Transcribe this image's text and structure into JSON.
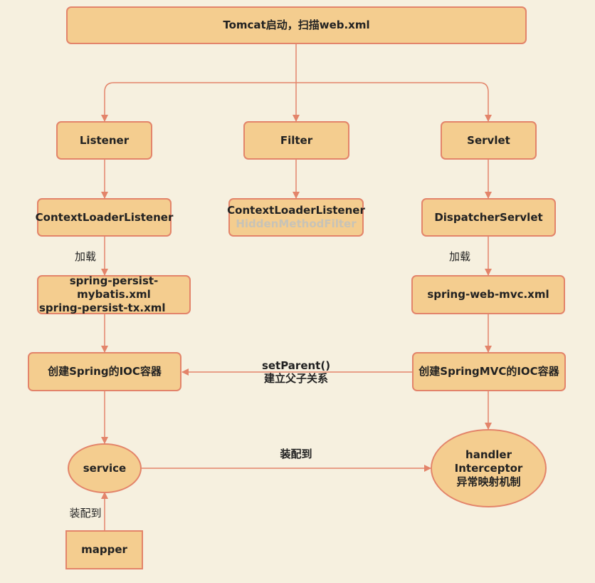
{
  "colors": {
    "background": "#f6f0df",
    "node_fill": "#f4cd8f",
    "stroke": "#e3846a"
  },
  "nodes": {
    "tomcat": "Tomcat启动，扫描web.xml",
    "listener": "Listener",
    "filter": "Filter",
    "servlet": "Servlet",
    "context_loader_listener": "ContextLoaderListener",
    "filter_box_line1": "ContextLoaderListener",
    "filter_box_line2": "HiddenMethodFilter",
    "dispatcher_servlet": "DispatcherServlet",
    "spring_xml_line1": "spring-persist-mybatis.xml",
    "spring_xml_line2": "spring-persist-tx.xml",
    "spring_web_xml": "spring-web-mvc.xml",
    "spring_ioc": "创建Spring的IOC容器",
    "springmvc_ioc": "创建SpringMVC的IOC容器",
    "service": "service",
    "handler_line1": "handler",
    "handler_line2": "Interceptor",
    "handler_line3": "异常映射机制",
    "mapper": "mapper"
  },
  "edge_labels": {
    "load_left": "加载",
    "load_right": "加载",
    "set_parent_line1": "setParent()",
    "set_parent_line2": "建立父子关系",
    "wire_to_handler": "装配到",
    "wire_to_service": "装配到"
  }
}
